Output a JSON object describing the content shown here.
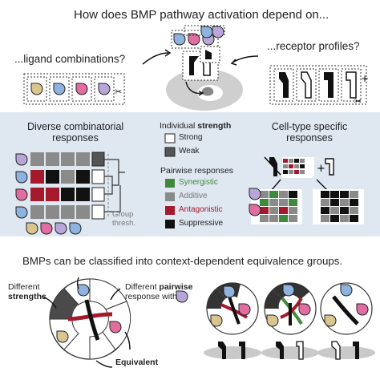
{
  "title": "How does BMP pathway activation depend on...",
  "ligand_question": "...ligand combinations?",
  "receptor_question": "...receptor profiles?",
  "middle": {
    "diverse_title_1": "Diverse combinatorial",
    "diverse_title_2": "responses",
    "celltype_title_1": "Cell-type specific",
    "celltype_title_2": "responses",
    "group_thresh_1": "Group",
    "group_thresh_2": "thresh."
  },
  "legend": {
    "individual_prefix": "Individual ",
    "individual_strength": "strength",
    "strong": "Strong",
    "weak": "Weak",
    "pairwise_header": "Pairwise responses",
    "synergistic": "Synergistic",
    "additive": "Additive",
    "antagonistic": "Antagonistic",
    "suppressive": "Suppressive"
  },
  "bottom": {
    "title": "BMPs can be classified into context-dependent equivalence groups.",
    "different_strengths_1": "Different",
    "different_strengths_2": "strengths",
    "different_pairwise_1": "Different ",
    "different_pairwise_bold": "pairwise",
    "different_pairwise_2": "response with",
    "equivalent": "Equivalent"
  },
  "colors": {
    "band": "#dfe7f1",
    "synergistic": "#3f8a3a",
    "additive": "#8a8a8a",
    "antagonistic": "#a5192c",
    "suppressive": "#111111",
    "weak": "#555555",
    "ligand_tan": "#d8c58f",
    "ligand_pink": "#e26ea1",
    "ligand_purple": "#b9a6d9",
    "ligand_blue": "#8fb2de"
  }
}
